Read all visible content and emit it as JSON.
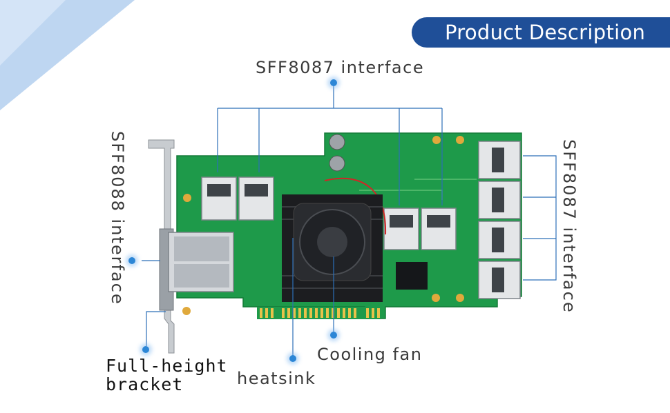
{
  "header": {
    "title": "Product Description"
  },
  "labels": {
    "sff8087_top": "SFF8087 interface",
    "sff8087_right": "SFF8087 interface",
    "sff8088_left": "SFF8088 interface",
    "bracket": "Full-height\nbracket",
    "heatsink": "heatsink",
    "cooling_fan": "Cooling fan"
  },
  "colors": {
    "header_bg": "#1f4f98",
    "pcb": "#1e9a4a",
    "leader_line": "#2c6fb8",
    "dot": "#2c86d6"
  }
}
